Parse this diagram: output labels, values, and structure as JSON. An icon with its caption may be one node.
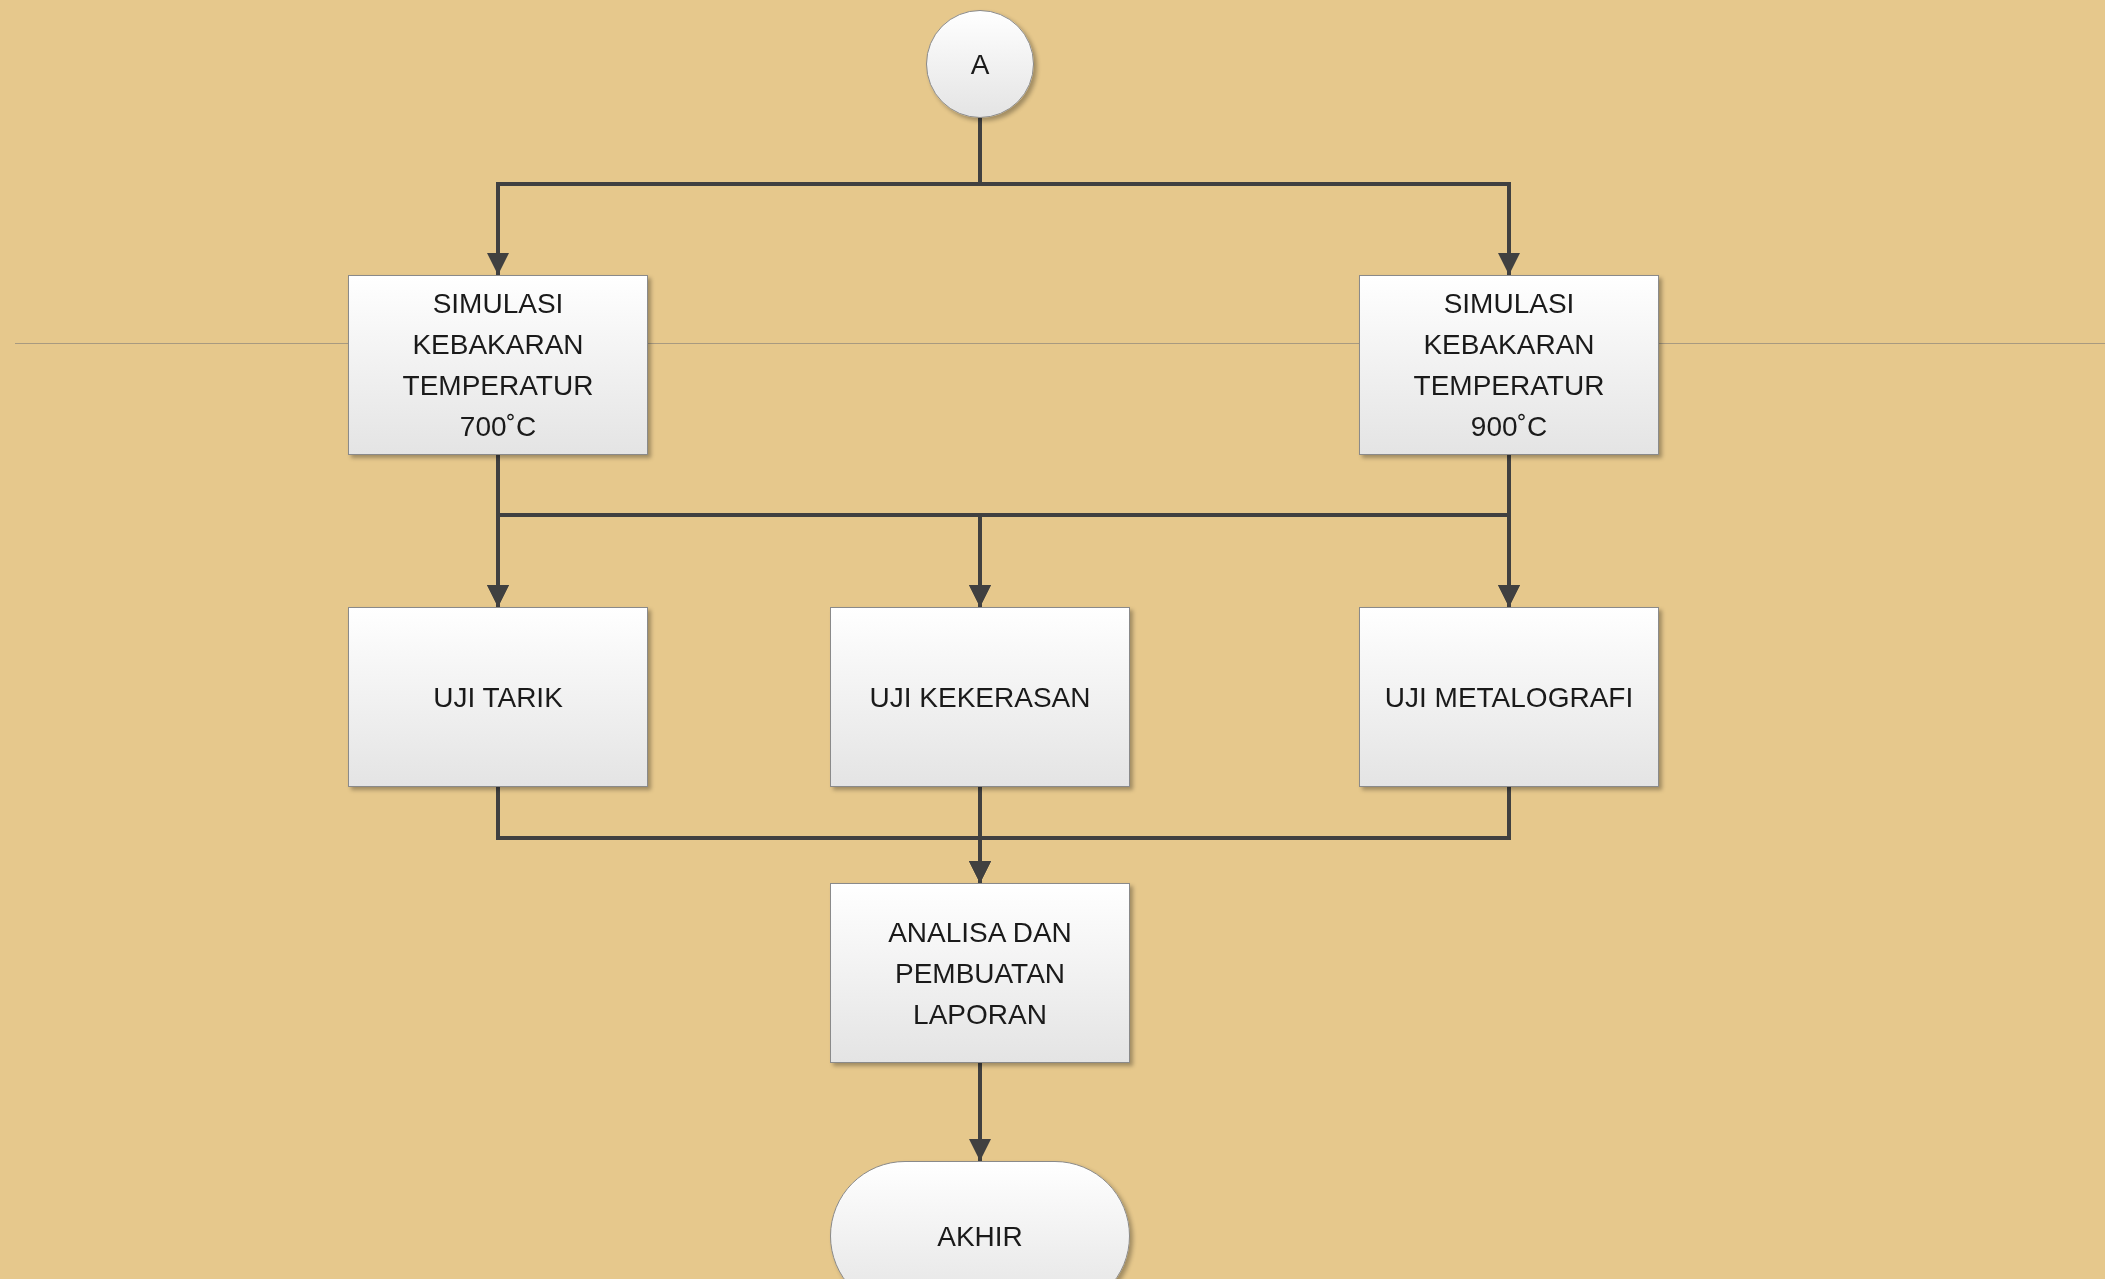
{
  "diagram": {
    "nodes": [
      {
        "text": [
          "A"
        ]
      },
      {
        "text": [
          "SIMULASI KEBAKARAN TEMPERATUR 700˚C"
        ]
      },
      {
        "text": [
          "SIMULASI KEBAKARAN TEMPERATUR 900˚C"
        ]
      },
      {
        "text": [
          "UJI TARIK"
        ]
      },
      {
        "text": [
          "UJI KEKERASAN"
        ]
      },
      {
        "text": [
          "UJI METALOGRAFI"
        ]
      },
      {
        "text": [
          "ANALISA DAN PEMBUATAN LAPORAN"
        ]
      },
      {
        "text": [
          "AKHIR"
        ]
      }
    ],
    "edges": [
      {
        "from": 0,
        "to": 1,
        "arrow": "to"
      },
      {
        "from": 0,
        "to": 2,
        "arrow": "to"
      },
      {
        "from": 1,
        "to": 3,
        "arrow": "to"
      },
      {
        "from": 1,
        "to": 4,
        "arrow": "to"
      },
      {
        "from": 1,
        "to": 5,
        "arrow": "to"
      },
      {
        "from": 2,
        "to": 3,
        "arrow": "to"
      },
      {
        "from": 2,
        "to": 4,
        "arrow": "to"
      },
      {
        "from": 2,
        "to": 5,
        "arrow": "to"
      },
      {
        "from": 3,
        "to": 6,
        "arrow": "to"
      },
      {
        "from": 4,
        "to": 6,
        "arrow": "to"
      },
      {
        "from": 5,
        "to": 6,
        "arrow": "to"
      },
      {
        "from": 6,
        "to": 7,
        "arrow": "to"
      }
    ]
  }
}
